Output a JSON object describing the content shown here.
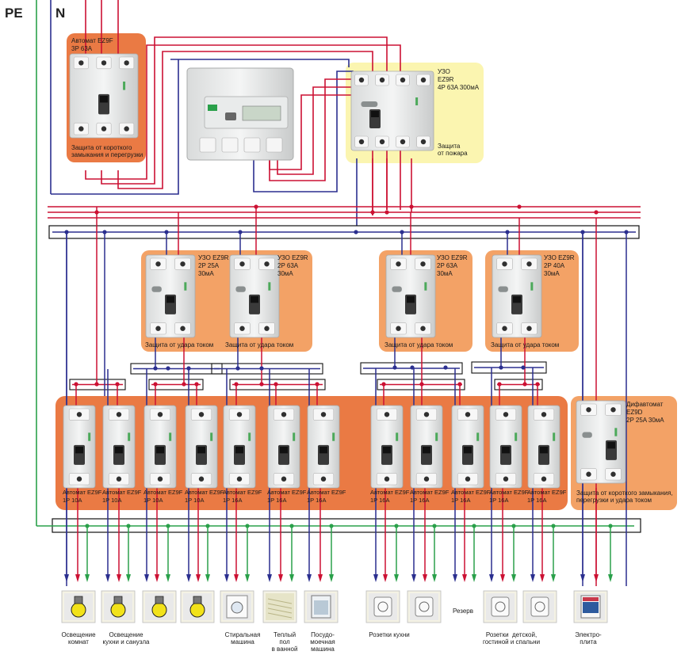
{
  "bus_labels": {
    "pe": "PE",
    "n": "N"
  },
  "colors": {
    "phase": "#cc1133",
    "neutral": "#2b2f8f",
    "earth": "#2aa04a",
    "orange_dark": "#ea7a44",
    "orange_light": "#f3a266",
    "yellow": "#fbf5b0"
  },
  "main_breaker": {
    "title": "Автомат EZ9F",
    "spec": "3P 63A",
    "caption": "Защита от короткого\nзамыкания и перегрузки"
  },
  "main_rcd": {
    "title": "УЗО",
    "model": "EZ9R",
    "spec": "4P 63A 300мА",
    "caption": "Защита\nот пожара"
  },
  "rcds": [
    {
      "title": "УЗО EZ9R",
      "spec": "2P 25A",
      "ma": "30мА",
      "caption": "Защита от удара током"
    },
    {
      "title": "УЗО EZ9R",
      "spec": "2P 63A",
      "ma": "30мА",
      "caption": "Защита от удара током"
    },
    {
      "title": "УЗО EZ9R",
      "spec": "2P 63A",
      "ma": "30мА",
      "caption": "Защита от удара током"
    },
    {
      "title": "УЗО EZ9R",
      "spec": "2P 40A",
      "ma": "30мА",
      "caption": "Защита от удара током"
    }
  ],
  "breakers": [
    {
      "title": "Автомат EZ9F",
      "spec": "1P 10A"
    },
    {
      "title": "Автомат EZ9F",
      "spec": "1P 10A"
    },
    {
      "title": "Автомат EZ9F",
      "spec": "1P 10A"
    },
    {
      "title": "Автомат EZ9F",
      "spec": "1P 10A"
    },
    {
      "title": "Автомат EZ9F",
      "spec": "1P 16A"
    },
    {
      "title": "Автомат EZ9F",
      "spec": "1P 16A"
    },
    {
      "title": "Автомат EZ9F",
      "spec": "1P 16A"
    },
    {
      "title": "Автомат EZ9F",
      "spec": "1P 16A"
    },
    {
      "title": "Автомат EZ9F",
      "spec": "1P 16A"
    },
    {
      "title": "Автомат EZ9F",
      "spec": "1P 16A"
    },
    {
      "title": "Автомат EZ9F",
      "spec": "1P 16A"
    },
    {
      "title": "Автомат EZ9F",
      "spec": "1P 16A"
    }
  ],
  "rcbo": {
    "title": "Дифавтомат",
    "model": "EZ9D",
    "spec": "2P 25A 30мА",
    "caption": "Защита от короткого замыкания,\nперегрузки и удара током"
  },
  "loads": {
    "room_light": "Освещение\nкомнат",
    "kitchen_light": "Освещение\nкухни и санузла",
    "washer": "Стиральная\nмашина",
    "floor": "Теплый\nпол\nв ванной",
    "dishwasher": "Посудо-\nмоечная\nмашина",
    "kitchen_sockets": "Розетки кухни",
    "reserve": "Резерв",
    "room_sockets": "Розетки  детской,\nгостиной и спальни",
    "stove": "Электро-\nплита"
  }
}
